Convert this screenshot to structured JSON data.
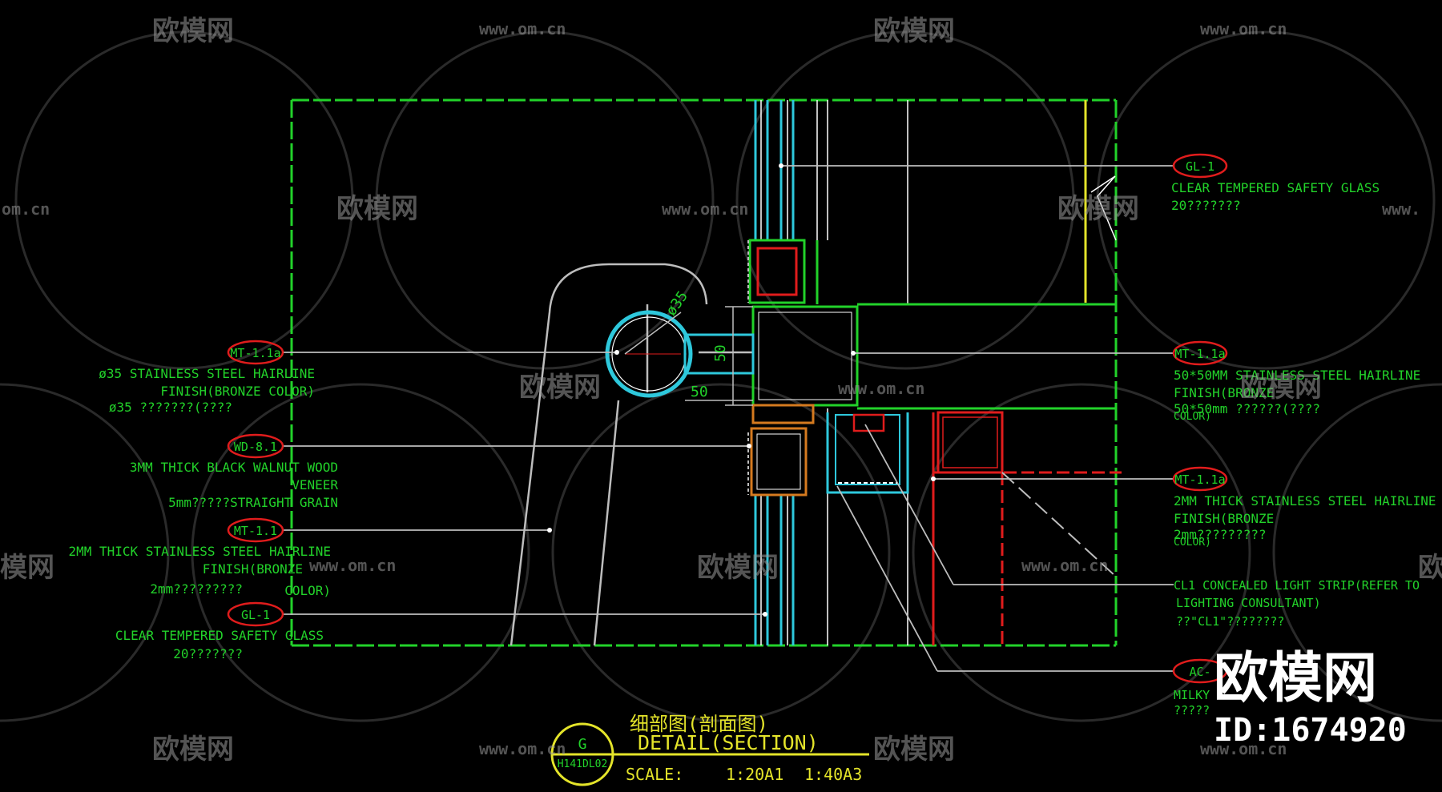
{
  "watermark": {
    "brand": "欧模网",
    "url": "www.om.cn",
    "url_short": "om.cn",
    "brand_partial_left": "模网",
    "brand_partial_right": "欧",
    "url_partial": "www."
  },
  "stamp": {
    "brand": "欧模网",
    "id": "ID:1674920"
  },
  "colors": {
    "green": "#22d22a",
    "cyan": "#2ec8dc",
    "red": "#e01c1c",
    "orange": "#d57a1f",
    "yellow": "#e4e42a",
    "white": "#ffffff",
    "grey": "#c8c8c8"
  },
  "dimensions": {
    "dia": "ø35",
    "dim_vertical": "50",
    "dim_horizontal": "50"
  },
  "tags": {
    "mt11a_left": "MT-1.1a",
    "wd81": "WD-8.1",
    "mt11_left": "MT-1.1",
    "gl1_left": "GL-1",
    "gl1_right": "GL-1",
    "mt11a_right_1": "MT-1.1a",
    "mt11a_right_2": "MT-1.1a",
    "ac": "AC-"
  },
  "notes_left": {
    "n1_l1": "ø35 STAINLESS STEEL HAIRLINE",
    "n1_l2": "FINISH(BRONZE COLOR)",
    "n1_l3": "ø35 ???????(????",
    "n2_l1": "3MM THICK BLACK WALNUT WOOD",
    "n2_l2": "VENEER",
    "n2_l3": "5mm?????STRAIGHT GRAIN",
    "n3_l1": "2MM THICK STAINLESS STEEL HAIRLINE",
    "n3_l2": "FINISH(BRONZE",
    "n3_l3": "COLOR)",
    "n3_l4": "2mm?????????",
    "n4_l1": "CLEAR TEMPERED SAFETY GLASS",
    "n4_l2": "20???????"
  },
  "notes_right": {
    "r1_l1": "CLEAR TEMPERED SAFETY GLASS",
    "r1_l2": "20???????",
    "r2_l1": "50*50MM STAINLESS STEEL HAIRLINE",
    "r2_l2": "FINISH(BRONZE",
    "r2_l3": "50*50mm ??????(????",
    "r2_l4": "COLOR)",
    "r3_l1": "2MM THICK STAINLESS STEEL HAIRLINE",
    "r3_l2": "FINISH(BRONZE",
    "r3_l3": "2mm?????????",
    "r3_l4": "COLOR)",
    "r4_l1": "CL1 CONCEALED LIGHT STRIP(REFER TO",
    "r4_l2": "LIGHTING CONSULTANT)",
    "r4_l3": "??\"CL1\"????????",
    "r5_l1": "MILKY",
    "r5_l2": "?????"
  },
  "title_block": {
    "cn_title": "细部图(剖面图)",
    "en_title": "DETAIL(SECTION)",
    "symbol_top": "G",
    "symbol_bottom": "H141DL02",
    "scale_label": "SCALE:",
    "scale_1": "1:20A1",
    "scale_2": "1:40A3"
  }
}
